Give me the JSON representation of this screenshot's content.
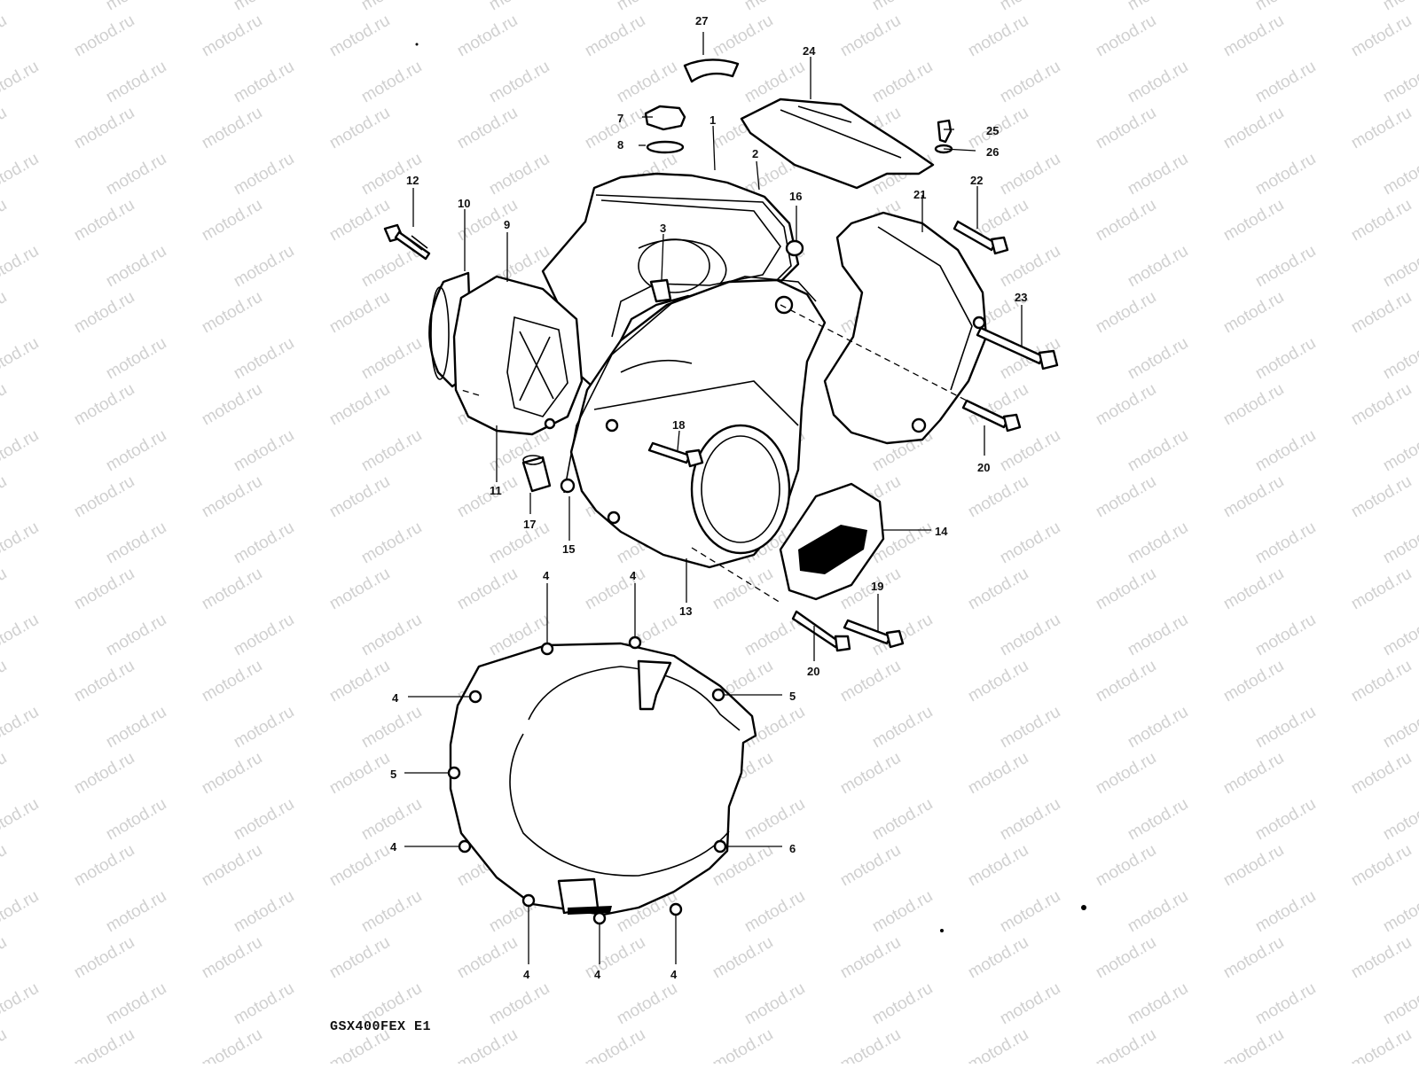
{
  "watermark": "motod.ru",
  "model_code": "GSX400FEX E1",
  "callouts": [
    "27",
    "24",
    "7",
    "8",
    "1",
    "2",
    "25",
    "26",
    "12",
    "10",
    "9",
    "3",
    "16",
    "21",
    "22",
    "23",
    "20",
    "18",
    "11",
    "17",
    "15",
    "14",
    "13",
    "19",
    "20",
    "4",
    "4",
    "4",
    "5",
    "5",
    "4",
    "6",
    "4",
    "4",
    "4"
  ]
}
